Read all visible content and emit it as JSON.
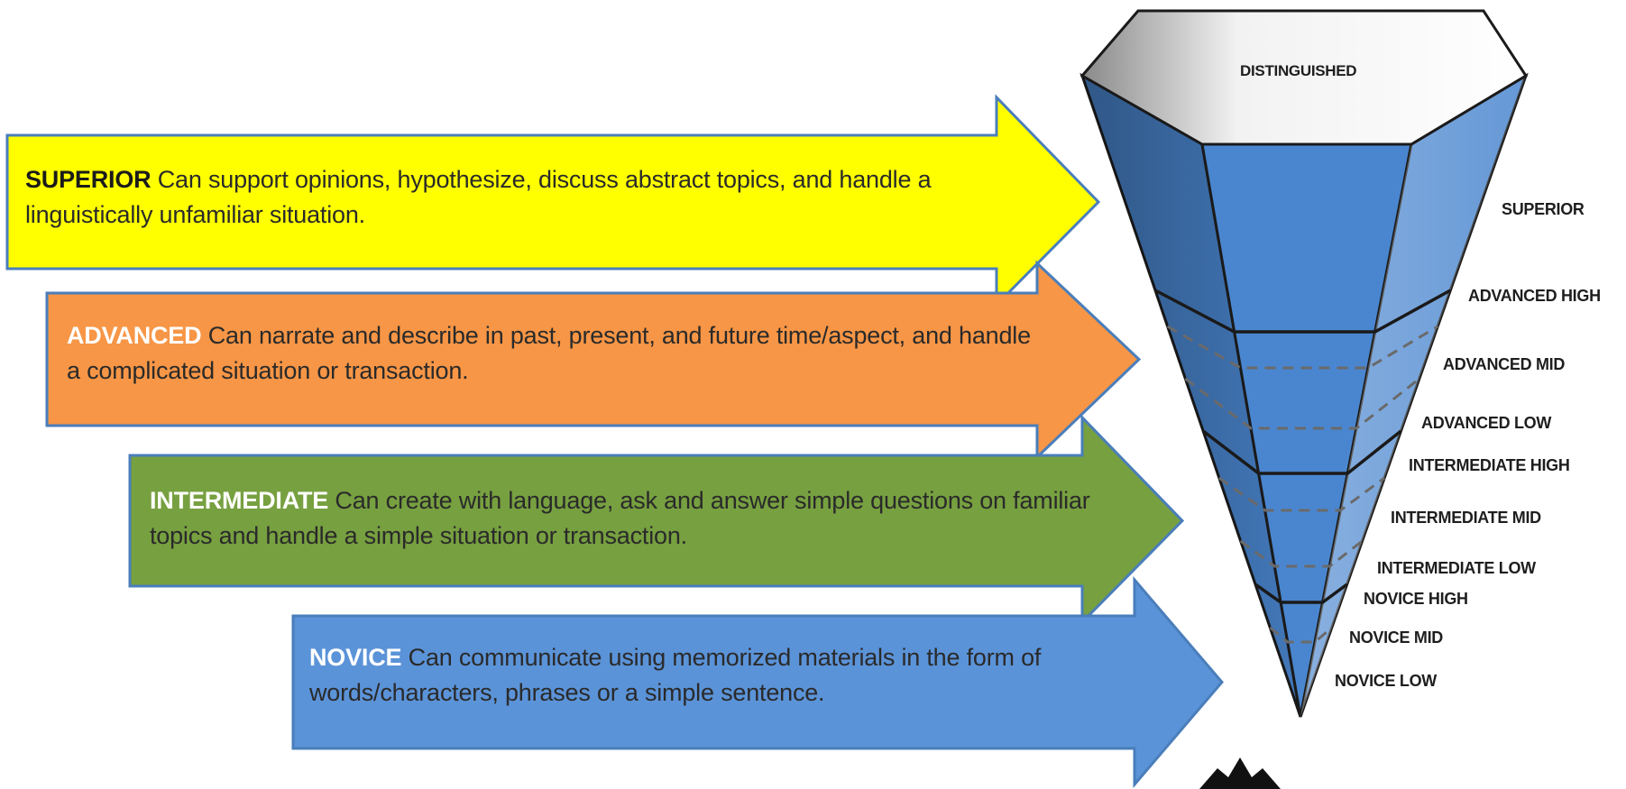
{
  "arrows": [
    {
      "level": "SUPERIOR",
      "description": "Can support opinions, hypothesize, discuss abstract topics, and handle a linguistically unfamiliar situation.",
      "fill": "#ffff00",
      "level_color": "#1b1b1b"
    },
    {
      "level": "ADVANCED",
      "description": "Can narrate and describe in past, present, and future time/aspect, and handle a complicated situation or transaction.",
      "fill": "#f79646",
      "level_color": "#ffffff"
    },
    {
      "level": "INTERMEDIATE",
      "description": "Can create with language, ask and answer simple questions on familiar topics and handle a simple situation or transaction.",
      "fill": "#77a040",
      "level_color": "#ffffff"
    },
    {
      "level": "NOVICE",
      "description": "Can communicate using memorized materials in the form of words/characters, phrases or a simple sentence.",
      "fill": "#5b93d8",
      "level_color": "#ffffff"
    }
  ],
  "cone": {
    "top_label": "DISTINGUISHED",
    "labels": [
      "SUPERIOR",
      "ADVANCED HIGH",
      "ADVANCED MID",
      "ADVANCED LOW",
      "INTERMEDIATE HIGH",
      "INTERMEDIATE MID",
      "INTERMEDIATE LOW",
      "NOVICE HIGH",
      "NOVICE MID",
      "NOVICE LOW"
    ]
  },
  "colors": {
    "arrow_stroke": "#4a7ebb",
    "superior": "#ffff00",
    "advanced": "#f79646",
    "intermediate": "#77a040",
    "novice": "#5b93d8",
    "text": "#2a2a2a"
  }
}
